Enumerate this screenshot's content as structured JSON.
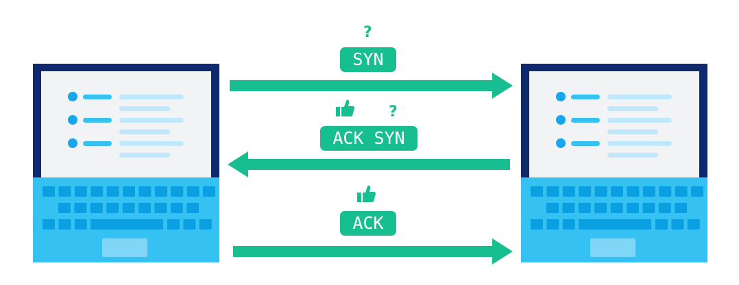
{
  "colors": {
    "accent": "#17be8f",
    "laptop_frame": "#0e2a6b",
    "screen": "#f2f3f5",
    "keyboard_body": "#35c1f1",
    "keys": "#0a9fe0",
    "bullet": "#18a7ec",
    "line_light": "#bfe9fb"
  },
  "messages": {
    "syn": {
      "label": "SYN",
      "icon": "question-mark-icon",
      "icon_text": "?"
    },
    "ack_syn": {
      "ack_label": "ACK",
      "syn_label": "SYN",
      "icons": [
        "thumbs-up-icon",
        "question-mark-icon"
      ],
      "icon_text": "?"
    },
    "ack": {
      "label": "ACK",
      "icon": "thumbs-up-icon"
    }
  },
  "arrows": [
    {
      "direction": "right",
      "message": "SYN"
    },
    {
      "direction": "left",
      "message": "ACK SYN"
    },
    {
      "direction": "right",
      "message": "ACK"
    }
  ]
}
